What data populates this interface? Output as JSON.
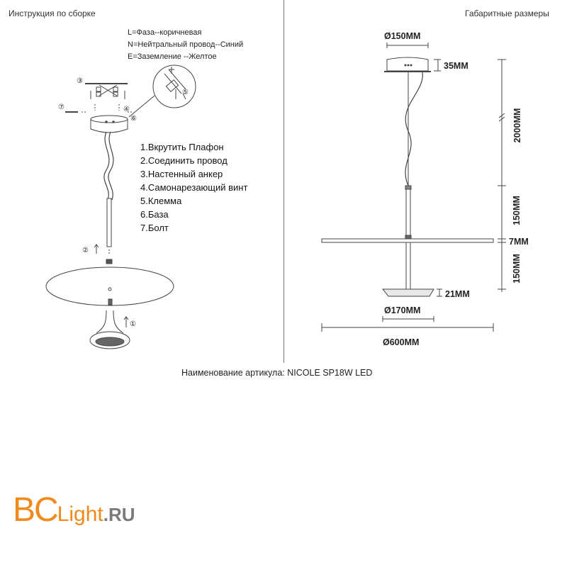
{
  "headers": {
    "assembly": "Инструкция по сборке",
    "dimensions": "Габаритные размеры"
  },
  "wiring": {
    "L": "L=Фаза--коричневая",
    "N": "N=Нейтральный провод--Синий",
    "E": "E=Заземление --Желтое"
  },
  "steps": [
    "1.Вкрутить Плафон",
    "2.Соединить провод",
    "3.Настенный анкер",
    "4.Самонарезающий винт",
    "5.Клемма",
    "6.База",
    "7.Болт"
  ],
  "callouts": [
    "①",
    "②",
    "③",
    "④",
    "⑤",
    "⑥",
    "⑦"
  ],
  "dimensions": {
    "canopy_dia": "Ø150MM",
    "canopy_h": "35MM",
    "cable": "2000MM",
    "rod_upper": "150MM",
    "disc_t": "7MM",
    "rod_lower": "150MM",
    "shade_h": "21MM",
    "shade_dia": "Ø170MM",
    "disc_dia": "Ø600MM"
  },
  "article": "Наименование артикула: NICOLE SP18W LED",
  "logo": {
    "part1": "BC",
    "part2": "Light",
    "part3": ".RU"
  },
  "colors": {
    "logo_orange": "#f08a1c",
    "logo_gray": "#7a7a7a",
    "line": "#444444"
  }
}
